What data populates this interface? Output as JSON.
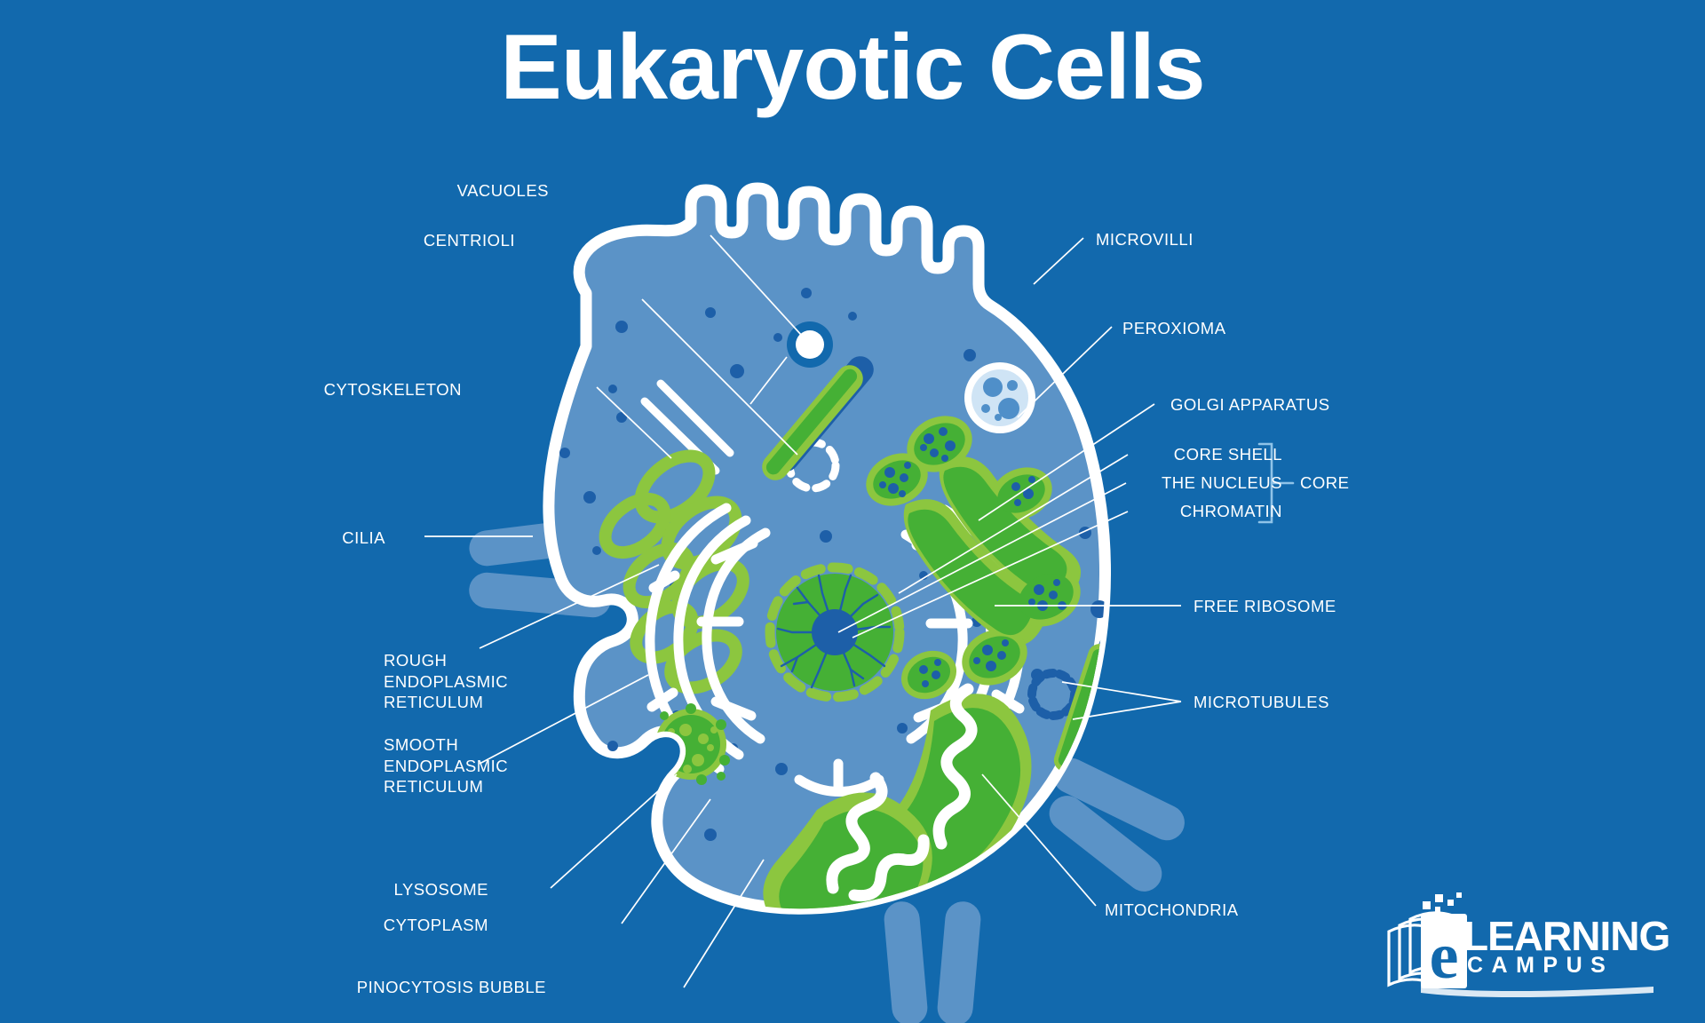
{
  "page": {
    "title": "Eukaryotic Cells",
    "background_color": "#1269ad",
    "accent_green": "#45b035",
    "accent_light_green": "#8cc63f",
    "cytoplasm_color": "#5b93c7",
    "membrane_color": "#ffffff",
    "nucleolus_color": "#1d5fa8"
  },
  "diagram": {
    "type": "biology-cell-diagram",
    "subject": "Eukaryotic animal cell cross-section",
    "labels_left": [
      {
        "id": "vacuoles",
        "text": "VACUOLES"
      },
      {
        "id": "centrioli",
        "text": "CENTRIOLI"
      },
      {
        "id": "cytoskeleton",
        "text": "CYTOSKELETON"
      },
      {
        "id": "cilia",
        "text": "CILIA"
      },
      {
        "id": "rough-er",
        "text": "ROUGH\nENDOPLASMIC\nRETICULUM"
      },
      {
        "id": "smooth-er",
        "text": "SMOOTH\nENDOPLASMIC\nRETICULUM"
      },
      {
        "id": "lysosome",
        "text": "LYSOSOME"
      },
      {
        "id": "cytoplasm",
        "text": "CYTOPLASM"
      },
      {
        "id": "pinocytosis-bubble",
        "text": "PINOCYTOSIS BUBBLE"
      }
    ],
    "labels_right": [
      {
        "id": "microvilli",
        "text": "MICROVILLI"
      },
      {
        "id": "peroxioma",
        "text": "PEROXIOMA"
      },
      {
        "id": "golgi-apparatus",
        "text": "GOLGI APPARATUS"
      },
      {
        "id": "core-shell",
        "text": "CORE SHELL"
      },
      {
        "id": "the-nucleus",
        "text": "THE NUCLEUS"
      },
      {
        "id": "chromatin",
        "text": "CHROMATIN"
      },
      {
        "id": "core",
        "text": "CORE"
      },
      {
        "id": "free-ribosome",
        "text": "FREE RIBOSOME"
      },
      {
        "id": "microtubules",
        "text": "MICROTUBULES"
      },
      {
        "id": "mitochondria",
        "text": "MITOCHONDRIA"
      }
    ]
  },
  "logo": {
    "mark": "books-e-icon",
    "line1": "LEARNING",
    "line2": "CAMPUS"
  }
}
